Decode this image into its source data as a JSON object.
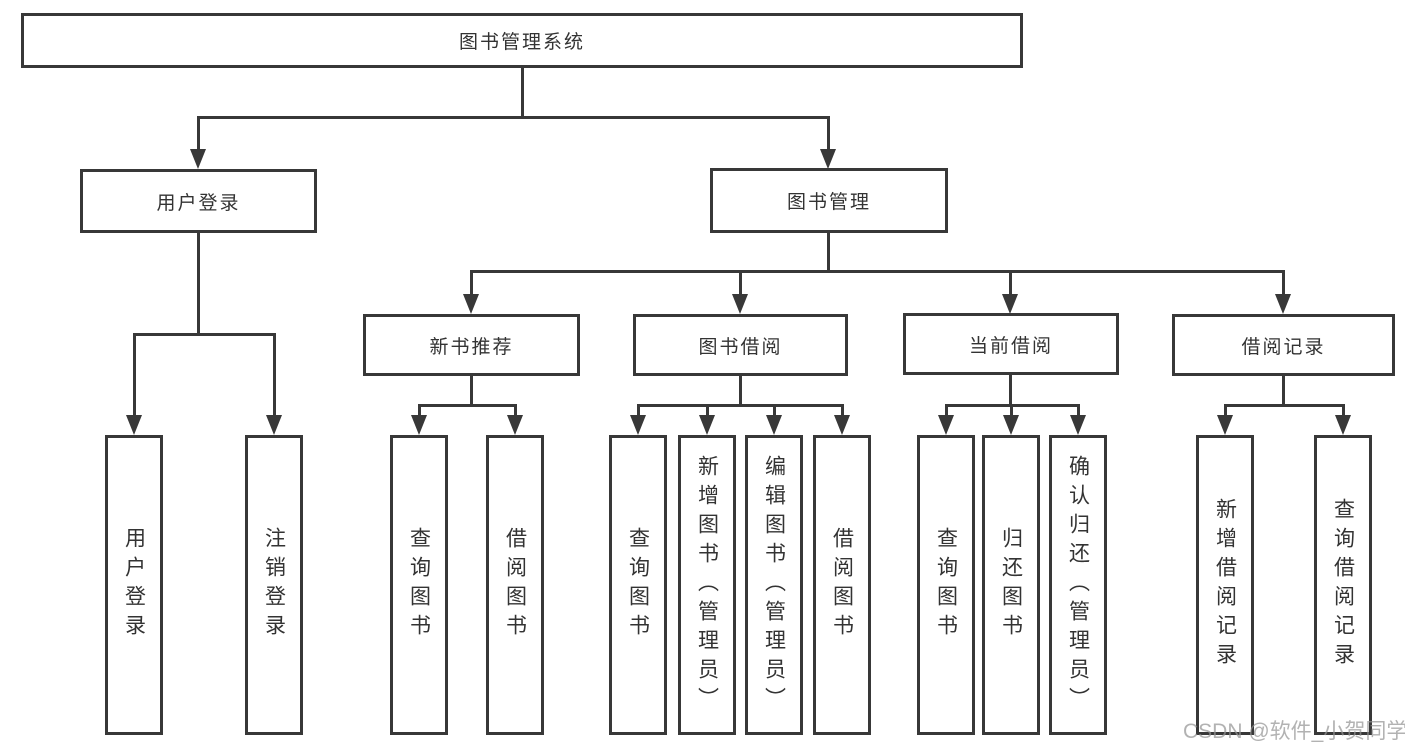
{
  "tree": {
    "root": {
      "label": "图书管理系统",
      "children": [
        {
          "label": "用户登录",
          "children": [
            {
              "label": "用户登录"
            },
            {
              "label": "注销登录"
            }
          ]
        },
        {
          "label": "图书管理",
          "children": [
            {
              "label": "新书推荐",
              "children": [
                {
                  "label": "查询图书"
                },
                {
                  "label": "借阅图书"
                }
              ]
            },
            {
              "label": "图书借阅",
              "children": [
                {
                  "label": "查询图书"
                },
                {
                  "label": "新增图书（管理员）"
                },
                {
                  "label": "编辑图书（管理员）"
                },
                {
                  "label": "借阅图书"
                }
              ]
            },
            {
              "label": "当前借阅",
              "children": [
                {
                  "label": "查询图书"
                },
                {
                  "label": "归还图书"
                },
                {
                  "label": "确认归还（管理员）"
                }
              ]
            },
            {
              "label": "借阅记录",
              "children": [
                {
                  "label": "新增借阅记录"
                },
                {
                  "label": "查询借阅记录"
                }
              ]
            }
          ]
        }
      ]
    }
  },
  "watermark": {
    "text": "CSDN @软件_小贺同学"
  },
  "colors": {
    "line": "#383838",
    "text": "#333333",
    "background": "#ffffff",
    "watermark": "rgba(148,148,148,0.72)"
  }
}
